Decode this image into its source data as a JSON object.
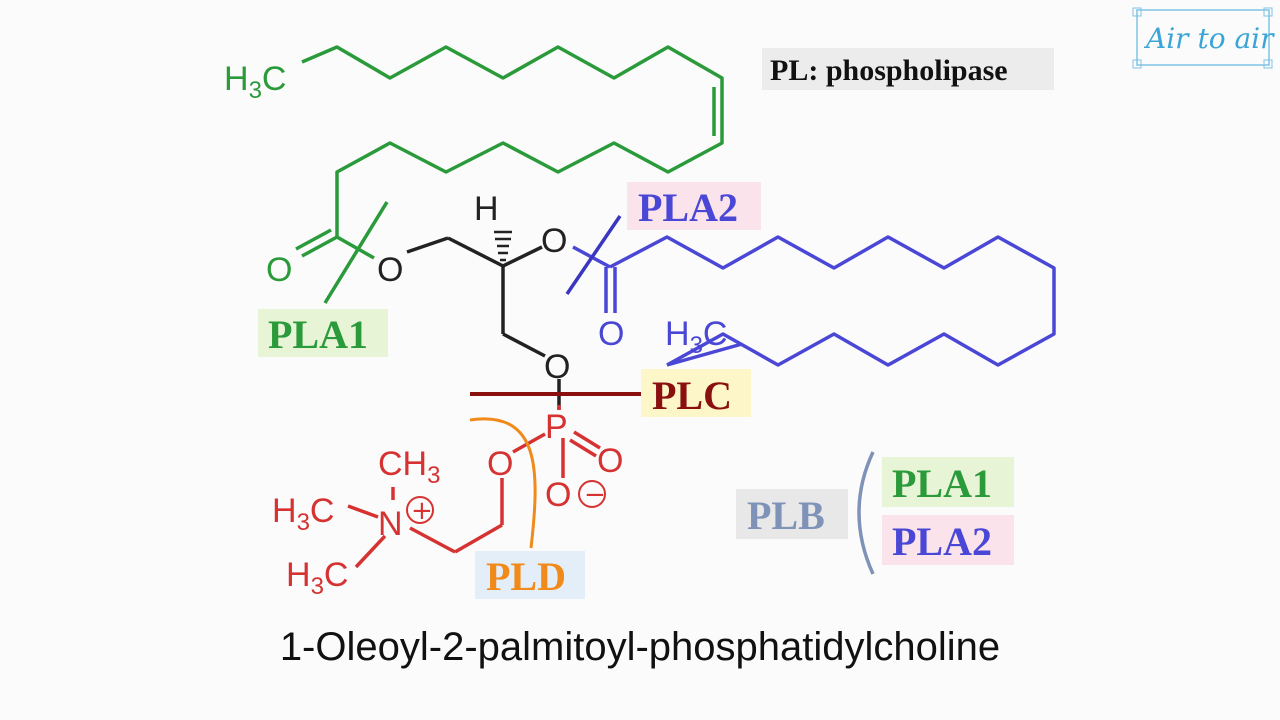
{
  "legend": {
    "text": "PL: phospholipase"
  },
  "caption": {
    "text": "1-Oleoyl-2-palmitoyl-phosphatidylcholine"
  },
  "logo": {
    "text": "Air to air"
  },
  "labels": {
    "pla1": "PLA1",
    "pla2": "PLA2",
    "plc": "PLC",
    "pld": "PLD",
    "plb": "PLB",
    "plb_pla1": "PLA1",
    "plb_pla2": "PLA2"
  },
  "atoms": {
    "h3c_oleoyl": "H",
    "h3c_oleoyl_sub": "3",
    "h3c_oleoyl_c": "C",
    "o_carbonyl1": "O",
    "o_ester1": "O",
    "h_stereo": "H",
    "o_ester2": "O",
    "o_carbonyl2": "O",
    "h3c_palmitoyl": "H",
    "h3c_palmitoyl_sub": "3",
    "h3c_palmitoyl_c": "C",
    "o_glycerol": "O",
    "p": "P",
    "o_double": "O",
    "o_minus": "O",
    "minus": "−",
    "o_choline": "O",
    "ch3_top": "CH",
    "ch3_top_sub": "3",
    "h3c_left1": "H",
    "h3c_left1_sub": "3",
    "h3c_left1_c": "C",
    "n": "N",
    "plus": "+",
    "h3c_left2": "H",
    "h3c_left2_sub": "3",
    "h3c_left2_c": "C"
  },
  "colors": {
    "oleoyl": "#2a9a3a",
    "palmitoyl": "#4a47d6",
    "glycerol": "#222222",
    "phosphate": "#d63232",
    "plc_line": "#8a1010",
    "pld_curve": "#f08a1a",
    "plb_text": "#7f93b8",
    "pla1_bg": "#e7f5d6",
    "pla2_bg": "#fae3ea",
    "plc_bg": "#fdf6c8",
    "pld_bg": "#e3eef8",
    "plb_bg": "#e8e8e8",
    "legend_bg": "#ececec",
    "logo_color": "#3aa5d6"
  }
}
